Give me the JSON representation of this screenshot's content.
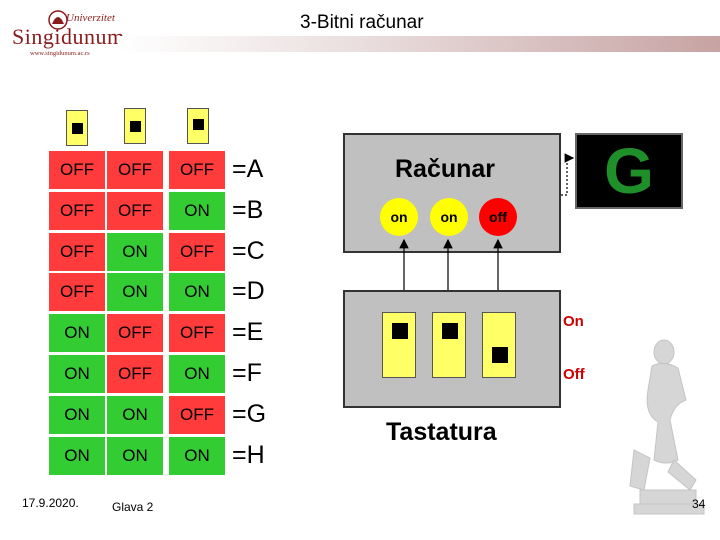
{
  "header": {
    "logo_line1": "Univerzitet",
    "logo_line2": "Singidunum",
    "logo_line3": "www.singidunum.ac.rs",
    "title": "3-Bitni računar"
  },
  "truth_table": {
    "rows": [
      {
        "bits": [
          "OFF",
          "OFF",
          "OFF"
        ],
        "label": "=A"
      },
      {
        "bits": [
          "OFF",
          "OFF",
          "ON"
        ],
        "label": "=B"
      },
      {
        "bits": [
          "OFF",
          "ON",
          "OFF"
        ],
        "label": "=C"
      },
      {
        "bits": [
          "OFF",
          "ON",
          "ON"
        ],
        "label": "=D"
      },
      {
        "bits": [
          "ON",
          "OFF",
          "OFF"
        ],
        "label": "=E"
      },
      {
        "bits": [
          "ON",
          "OFF",
          "ON"
        ],
        "label": "=F"
      },
      {
        "bits": [
          "ON",
          "ON",
          "OFF"
        ],
        "label": "=G"
      },
      {
        "bits": [
          "ON",
          "ON",
          "ON"
        ],
        "label": "=H"
      }
    ]
  },
  "computer": {
    "title": "Računar",
    "leds": [
      "on",
      "on",
      "off"
    ],
    "display_letter": "G"
  },
  "keyboard": {
    "label": "Tastatura",
    "on_label": "On",
    "off_label": "Off"
  },
  "colors": {
    "on": "#33cc33",
    "off": "#ff3b3b",
    "led_on": "#ffff00",
    "led_off": "#ff0000",
    "switch": "#ffff66",
    "display_text": "#1f8f2a"
  },
  "footer": {
    "date": "17.9.2020.",
    "chapter": "Glava 2",
    "page": "34"
  }
}
